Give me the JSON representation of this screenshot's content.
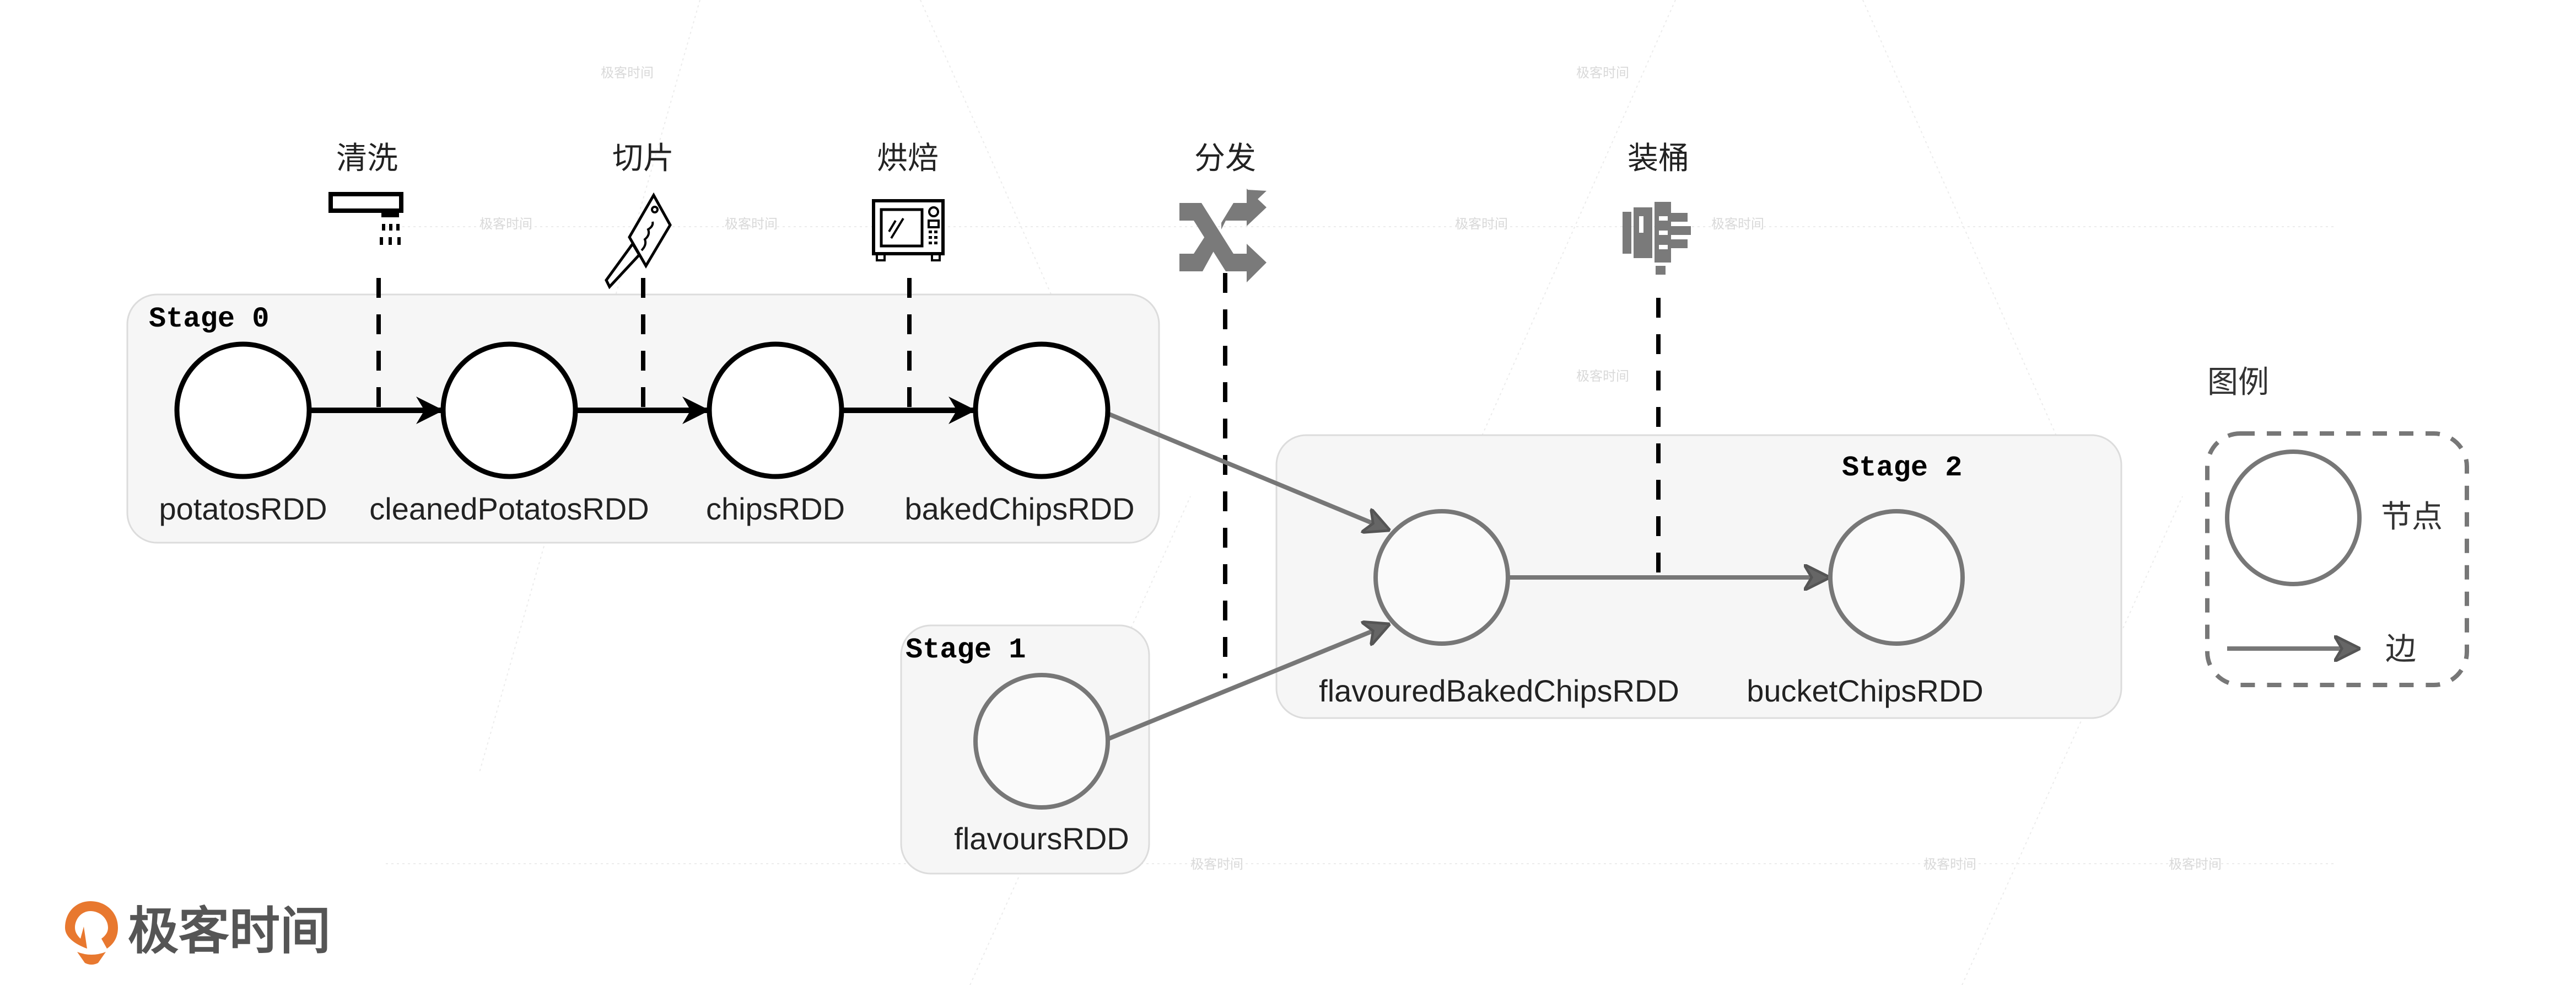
{
  "title": "Spark RDD DAG — potato chips pipeline",
  "colors": {
    "stage_fill": "#f6f6f6",
    "stage_border": "#dcdcdc",
    "node_black": "#000000",
    "node_gray": "#777777",
    "edge_black": "#000000",
    "edge_gray": "#777777",
    "brand_orange": "#e8782f",
    "brand_text": "#555555",
    "watermark": "#dddddd"
  },
  "operations": [
    {
      "id": "wash",
      "label": "清洗",
      "icon": "faucet-icon"
    },
    {
      "id": "slice",
      "label": "切片",
      "icon": "cleaver-icon"
    },
    {
      "id": "bake",
      "label": "烘焙",
      "icon": "oven-icon"
    },
    {
      "id": "shuffle",
      "label": "分发",
      "icon": "shuffle-icon"
    },
    {
      "id": "bucket",
      "label": "装桶",
      "icon": "bucket-icon"
    }
  ],
  "stages": [
    {
      "id": "stage0",
      "title": "Stage 0"
    },
    {
      "id": "stage1",
      "title": "Stage 1"
    },
    {
      "id": "stage2",
      "title": "Stage 2"
    }
  ],
  "nodes": [
    {
      "id": "potatos",
      "label": "potatosRDD",
      "stage": "stage0",
      "style": "black"
    },
    {
      "id": "cleaned",
      "label": "cleanedPotatosRDD",
      "stage": "stage0",
      "style": "black"
    },
    {
      "id": "chips",
      "label": "chipsRDD",
      "stage": "stage0",
      "style": "black"
    },
    {
      "id": "baked",
      "label": "bakedChipsRDD",
      "stage": "stage0",
      "style": "black"
    },
    {
      "id": "flavours",
      "label": "flavoursRDD",
      "stage": "stage1",
      "style": "gray"
    },
    {
      "id": "flavoured",
      "label": "flavouredBakedChipsRDD",
      "stage": "stage2",
      "style": "gray"
    },
    {
      "id": "bucket",
      "label": "bucketChipsRDD",
      "stage": "stage2",
      "style": "gray"
    }
  ],
  "edges": [
    {
      "from": "potatos",
      "to": "cleaned",
      "style": "black",
      "op": "wash"
    },
    {
      "from": "cleaned",
      "to": "chips",
      "style": "black",
      "op": "slice"
    },
    {
      "from": "chips",
      "to": "baked",
      "style": "black",
      "op": "bake"
    },
    {
      "from": "baked",
      "to": "flavoured",
      "style": "gray",
      "op": "shuffle"
    },
    {
      "from": "flavours",
      "to": "flavoured",
      "style": "gray",
      "op": "shuffle"
    },
    {
      "from": "flavoured",
      "to": "bucket",
      "style": "gray",
      "op": "bucket"
    }
  ],
  "legend": {
    "title": "图例",
    "node_label": "节点",
    "edge_label": "边"
  },
  "brand": {
    "name": "极客时间",
    "watermark": "极客时间"
  }
}
